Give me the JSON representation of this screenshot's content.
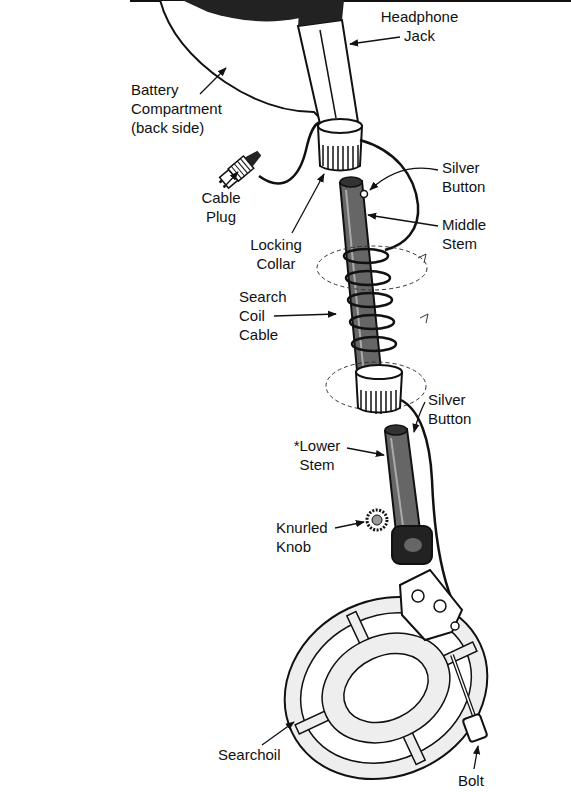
{
  "diagram": {
    "labels": [
      "Headphone Jack",
      "Battery Compartment (back side)",
      "Cable Plug",
      "Silver Button",
      "Middle Stem",
      "Locking Collar",
      "Search Coil Cable",
      "Silver Button",
      "*Lower Stem",
      "Knurled Knob",
      "Searchoil",
      "Bolt"
    ]
  }
}
